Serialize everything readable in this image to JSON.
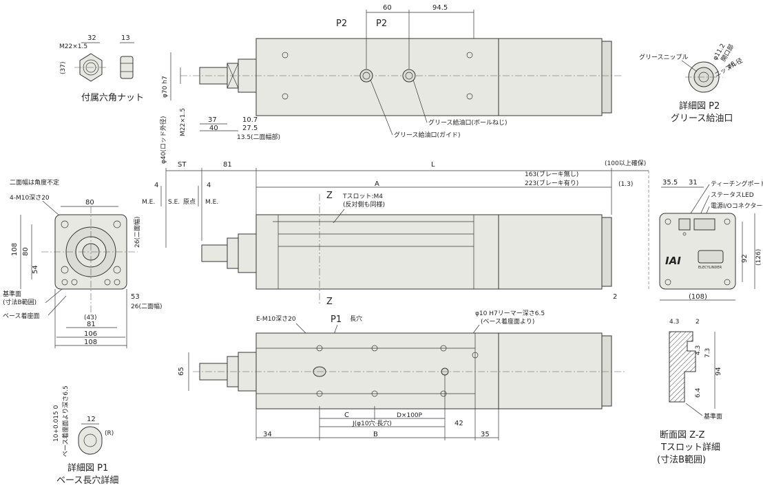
{
  "captions": {
    "nut": "付属六角ナット",
    "p2_title": "詳細図 P2",
    "p2_sub": "グリース給油口",
    "p1_title": "詳細図 P1",
    "p1_sub": "ベース長穴詳細",
    "zz_title": "断面図 Z-Z",
    "zz_sub1": "Tスロット詳細",
    "zz_sub2": "(寸法B範囲)"
  },
  "nut": {
    "thread": "M22×1.5",
    "w": "32",
    "h": "13",
    "side": "(37)"
  },
  "top_view": {
    "p2a": "P2",
    "p2b": "P2",
    "d60": "60",
    "d945": "94.5",
    "phi70": "φ70 h7",
    "m22": "M22×1.5",
    "phi40": "φ40(ロッド外径)",
    "d37": "37",
    "d40": "40",
    "d107": "10.7",
    "d275": "27.5",
    "d135": "13.5(二面幅部)",
    "grease_ball": "グリース給油口(ボールねじ)",
    "grease_guide": "グリース給油口(ガイド)"
  },
  "p2_detail": {
    "nipple": "グリースニップル",
    "phi112": "φ11.2",
    "mouth": "開口部",
    "phi6": "φ6",
    "nipple_dia": "ニップル径"
  },
  "side_view": {
    "st": "ST",
    "d81": "81",
    "L": "L",
    "d100": "(100以上確保)",
    "A": "A",
    "brake_none": "163(ブレーキ無し)",
    "brake_with": "223(ブレーキ有り)",
    "d13": "(1.3)",
    "d4a": "4",
    "d4b": "4",
    "me1": "M.E.",
    "se": "S.E.",
    "origin": "原点",
    "me2": "M.E.",
    "tslot": "Tスロット:M4",
    "tslot2": "(反対側も同様)",
    "z1": "Z",
    "z2": "Z",
    "d2": "2"
  },
  "front_view": {
    "flat_angle": "二面幅は角度不定",
    "m10": "4-M10深さ20",
    "d80": "80",
    "d108v": "108",
    "d80v": "80",
    "d54": "54",
    "d26": "26(二面幅)",
    "base": "基準面",
    "base2": "(寸法B範囲)",
    "seat": "ベース着座面",
    "d43": "(43)",
    "d53": "53",
    "d26b": "26(二面幅)",
    "d81": "81",
    "d106": "106",
    "d108": "108"
  },
  "end_view": {
    "d355": "35.5",
    "d31": "31",
    "teach": "ティーチングポート",
    "status": "ステータスLED",
    "io": "電源I/Oコネクター",
    "d108": "(108)",
    "d92": "92",
    "d126": "(126)",
    "logo_iai": "IAI",
    "logo_ec": "ELECYLINDER"
  },
  "bottom_view": {
    "em10": "E-M10深さ20",
    "p1": "P1",
    "slot": "長穴",
    "reamer": "φ10 H7リーマー深さ6.5",
    "reamer2": "(ベース着座面より)",
    "d65": "65",
    "C": "C",
    "DxP": "D×100P",
    "J": "J(φ10穴·長穴)",
    "B": "B",
    "d34": "34",
    "d42": "42",
    "d35": "35"
  },
  "p1_detail": {
    "tol": "10+0.015 0",
    "depth": "ベース着座面より深さ6.5",
    "d12": "12",
    "R": "(R)"
  },
  "zz_detail": {
    "d43": "4.3",
    "d2": "2",
    "d43b": "4.3",
    "d73": "7.3",
    "d94": "94",
    "d64": "6.4",
    "base": "基準面"
  }
}
